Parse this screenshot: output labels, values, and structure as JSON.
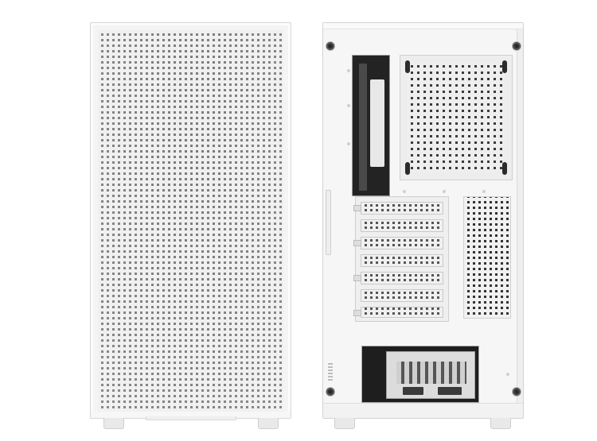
{
  "scene": {
    "subject": "pc-case-front-and-rear",
    "colors": {
      "background": "#ffffff",
      "case_body": "#f4f4f4",
      "mesh_dark": "#333333",
      "screw": "#2b2b2b"
    }
  },
  "front_panel": {
    "type": "mesh-front"
  },
  "rear_panel": {
    "expansion_slots": 7,
    "fan_mount": "rear-120mm"
  }
}
